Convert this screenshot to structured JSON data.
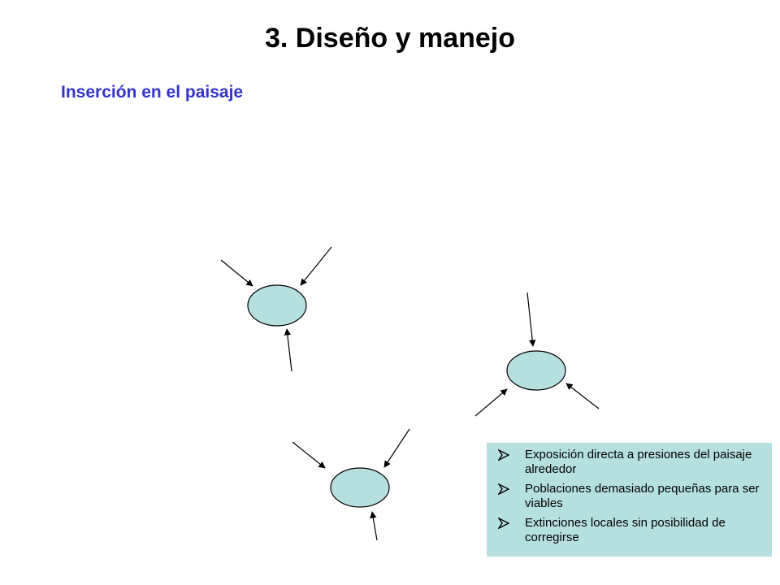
{
  "slide": {
    "title": "3. Diseño y manejo",
    "subtitle": "Inserción en el paisaje"
  },
  "diagram": {
    "patch_color": "#b6dfe0",
    "stroke_color": "#000000",
    "patches": [
      {
        "name": "upper-left-patch"
      },
      {
        "name": "right-patch"
      },
      {
        "name": "lower-patch"
      }
    ]
  },
  "infobox": {
    "background": "#b6dfe0",
    "bullet_icon": "arrowhead-bullet-icon",
    "items": [
      "Exposición directa a presiones del paisaje alrededor",
      "Poblaciones demasiado pequeñas para ser viables",
      "Extinciones locales sin posibilidad de corregirse"
    ]
  }
}
